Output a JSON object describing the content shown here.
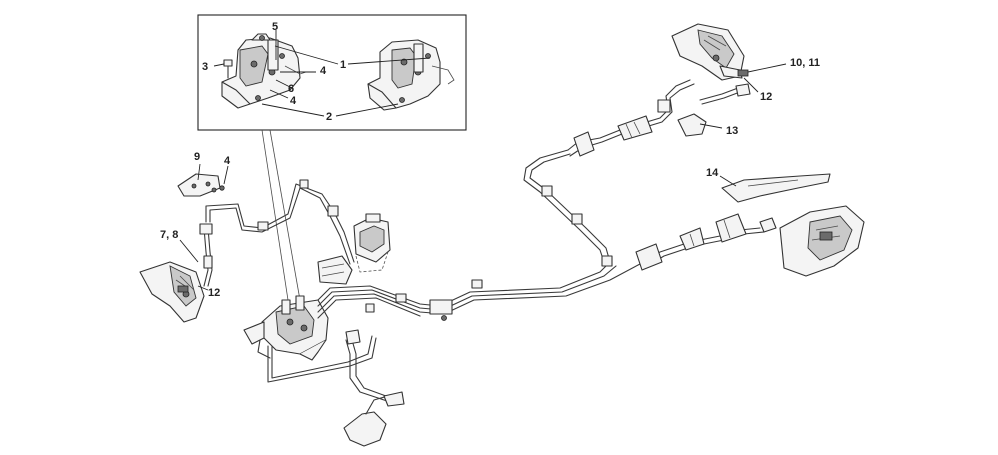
{
  "callouts": {
    "c1": "1",
    "c2": "2",
    "c3": "3",
    "c4a": "4",
    "c4b": "4",
    "c4c": "4",
    "c5": "5",
    "c6": "6",
    "c7_8": "7, 8",
    "c9": "9",
    "c10_11": "10, 11",
    "c12a": "12",
    "c12b": "12",
    "c13": "13",
    "c14": "14"
  }
}
